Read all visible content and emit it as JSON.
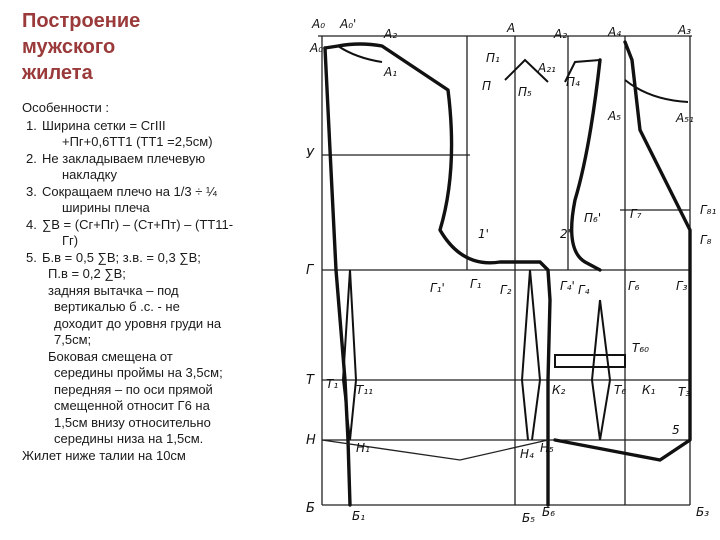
{
  "title": {
    "line1": "Построение",
    "line2": "мужского",
    "line3": "жилета"
  },
  "notes": {
    "heading": "Особенности :",
    "items": [
      {
        "num": "1.",
        "lines": [
          "Ширина сетки  = СгIII",
          "+Пг+0,6ТТ1 (ТТ1 =2,5см)"
        ]
      },
      {
        "num": "2.",
        "lines": [
          "Не закладываем плечевую",
          "накладку"
        ]
      },
      {
        "num": "3.",
        "lines": [
          "Сокращаем плечо на 1/3 ÷ ¼",
          "ширины плеча"
        ]
      },
      {
        "num": "4.",
        "lines": [
          "∑В = (Сг+Пг) – (Ст+Пт) – (ТТ11-",
          "Гг)"
        ]
      },
      {
        "num": "5.",
        "lines": [
          "Б.в  = 0,5 ∑В; з.в. = 0,3 ∑В;"
        ]
      }
    ],
    "extra": [
      "П.в = 0,2 ∑В;",
      "задняя вытачка – под",
      "вертикалью б .с.  - не",
      "доходит до уровня груди на",
      "7,5см;",
      "Боковая смещена от",
      "середины проймы на 3,5см;",
      "передняя – по оси прямой",
      "смещенной относит Г6 на",
      "1,5см внизу относительно",
      "середины низа на 1,5см."
    ],
    "footer": "Жилет ниже талии на 10см"
  },
  "drawing": {
    "labels": {
      "A0": "А₀",
      "A0p": "А₀'",
      "A2": "А₂",
      "A": "А",
      "A1": "А₁",
      "A0tl": "А₀",
      "A21": "А₂₁",
      "P1": "П₁",
      "P": "П",
      "P5": "П₅",
      "P4": "П₄",
      "A5": "А₅",
      "A51": "А₅₁",
      "A4": "А₄",
      "A3": "А₃",
      "U": "У",
      "G": "Г",
      "T": "Т",
      "H": "Н",
      "B": "Б",
      "one_prime": "1'",
      "two_prime": "2'",
      "P6": "П₆'",
      "G1p": "Г₁'",
      "G1": "Г₁",
      "G2": "Г₂",
      "G4p": "Г₄'",
      "G4": "Г₄",
      "G6": "Г₆",
      "G3": "Г₃",
      "G7": "Г₇",
      "G81": "Г₈₁",
      "G8": "Г₈",
      "T1": "Т₁",
      "T11": "Т₁₁",
      "K2": "К₂",
      "T6": "Т₆",
      "K1": "К₁",
      "T3": "Т₃",
      "T60": "Т₆₀",
      "H1": "Н₁",
      "H4": "Н₄",
      "H5": "Н₅",
      "five": "5",
      "B1": "Б₁",
      "B5": "Б₅",
      "B6": "Б₆",
      "B3": "Б₃"
    }
  }
}
